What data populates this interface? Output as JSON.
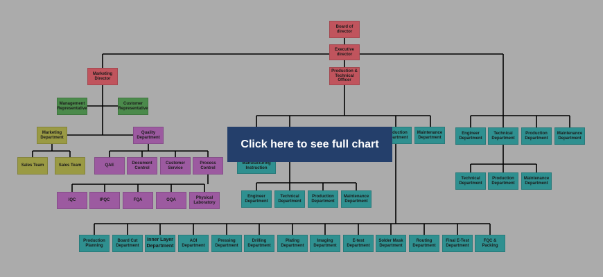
{
  "overlay_label": "Click here to see full chart",
  "nodes": {
    "board": "Board of director",
    "executive": "Executive director",
    "ptofficer": "Production & Technical Officer",
    "marketing_director": "Marketing Director",
    "mgmt_rep": "Management Representative",
    "cust_rep": "Customer Representative",
    "marketing_dept": "Marketing Department",
    "quality_dept": "Quality Department",
    "sales1": "Sales Team",
    "sales2": "Sales Team",
    "qae": "QAE",
    "doc_control": "Document Control",
    "cust_service": "Customer Service",
    "process_control": "Process Control",
    "iqc": "IQC",
    "ipqc": "IPQC",
    "fqa": "FQA",
    "oqa": "OQA",
    "phys_lab": "Physical Laboratory",
    "prod_dept_top": "Production Department",
    "maint_dept_top": "Maintenance Department",
    "mfg_instr": "Manufacturing Instruction",
    "mid_eng": "Engineer Department",
    "mid_tech": "Technical Department",
    "mid_prod": "Production Department",
    "mid_maint": "Maintenance Department",
    "r_eng": "Engineer Department",
    "r_tech": "Technical Department",
    "r_prod": "Production Department",
    "r_maint": "Maintenance Department",
    "rs_tech": "Technical Department",
    "rs_prod": "Production Department",
    "rs_maint": "Maintenance Department",
    "b_planning": "Production Planning",
    "b_boardcut": "Board Cut Department",
    "b_innerlayer": "Inner Layer Department",
    "b_aoi": "AOI Department",
    "b_pressing": "Pressing Department",
    "b_drilling": "Drilling Department",
    "b_plating": "Plating Department",
    "b_imaging": "Imaging Department",
    "b_etest": "E-test Department",
    "b_soldermask": "Solder Mask Department",
    "b_routing": "Routing Department",
    "b_finaletest": "Final E-Test Department",
    "b_fqc": "FQC & Packing"
  }
}
